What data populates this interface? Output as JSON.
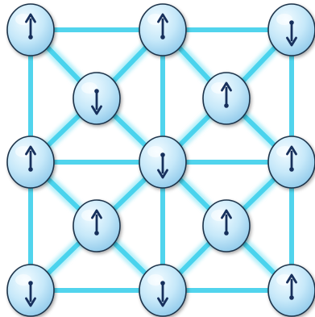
{
  "diagram": {
    "kind": "spin-lattice",
    "colors": {
      "background": "#ffffff",
      "bond_glow": "#7fe4f5",
      "bond_core": "#3fd0ec",
      "node_fill_light": "#f2fbff",
      "node_fill_mid": "#c6e8f9",
      "node_fill_dark": "#8fc9ea",
      "node_outline": "#1c3248",
      "arrow": "#17305c"
    },
    "nodes": [
      {
        "id": "n-0-0",
        "spin": "up"
      },
      {
        "id": "n-2-0",
        "spin": "up"
      },
      {
        "id": "n-4-0",
        "spin": "down"
      },
      {
        "id": "n-1-1",
        "spin": "down"
      },
      {
        "id": "n-3-1",
        "spin": "up"
      },
      {
        "id": "n-0-2",
        "spin": "up"
      },
      {
        "id": "n-2-2",
        "spin": "down"
      },
      {
        "id": "n-4-2",
        "spin": "up"
      },
      {
        "id": "n-1-3",
        "spin": "up"
      },
      {
        "id": "n-3-3",
        "spin": "up"
      },
      {
        "id": "n-0-4",
        "spin": "down"
      },
      {
        "id": "n-2-4",
        "spin": "down"
      },
      {
        "id": "n-4-4",
        "spin": "up"
      }
    ],
    "bonds": [
      [
        "n-0-0",
        "n-2-0"
      ],
      [
        "n-2-0",
        "n-4-0"
      ],
      [
        "n-0-2",
        "n-2-2"
      ],
      [
        "n-2-2",
        "n-4-2"
      ],
      [
        "n-0-4",
        "n-2-4"
      ],
      [
        "n-2-4",
        "n-4-4"
      ],
      [
        "n-0-0",
        "n-0-2"
      ],
      [
        "n-0-2",
        "n-0-4"
      ],
      [
        "n-2-0",
        "n-2-2"
      ],
      [
        "n-2-2",
        "n-2-4"
      ],
      [
        "n-4-0",
        "n-4-2"
      ],
      [
        "n-4-2",
        "n-4-4"
      ],
      [
        "n-0-0",
        "n-1-1"
      ],
      [
        "n-2-0",
        "n-1-1"
      ],
      [
        "n-0-2",
        "n-1-1"
      ],
      [
        "n-2-2",
        "n-1-1"
      ],
      [
        "n-2-0",
        "n-3-1"
      ],
      [
        "n-4-0",
        "n-3-1"
      ],
      [
        "n-2-2",
        "n-3-1"
      ],
      [
        "n-4-2",
        "n-3-1"
      ],
      [
        "n-0-2",
        "n-1-3"
      ],
      [
        "n-2-2",
        "n-1-3"
      ],
      [
        "n-0-4",
        "n-1-3"
      ],
      [
        "n-2-4",
        "n-1-3"
      ],
      [
        "n-2-2",
        "n-3-3"
      ],
      [
        "n-4-2",
        "n-3-3"
      ],
      [
        "n-2-4",
        "n-3-3"
      ],
      [
        "n-4-4",
        "n-3-3"
      ]
    ]
  }
}
